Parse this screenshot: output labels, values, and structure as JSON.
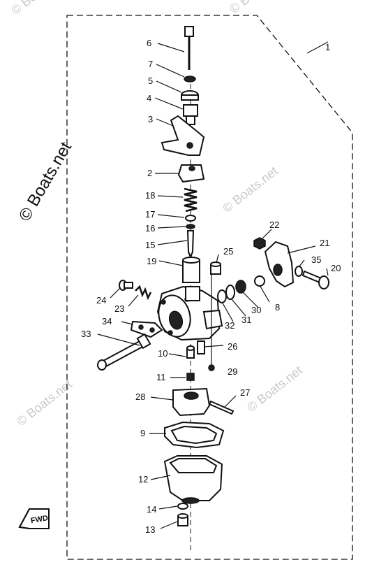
{
  "watermark": {
    "text": "© Boats.net"
  },
  "fwd_label": "FWD",
  "callouts": [
    {
      "id": "c1",
      "text": "1"
    },
    {
      "id": "c2",
      "text": "2"
    },
    {
      "id": "c3",
      "text": "3"
    },
    {
      "id": "c4",
      "text": "4"
    },
    {
      "id": "c5",
      "text": "5"
    },
    {
      "id": "c6",
      "text": "6"
    },
    {
      "id": "c7",
      "text": "7"
    },
    {
      "id": "c8",
      "text": "8"
    },
    {
      "id": "c9",
      "text": "9"
    },
    {
      "id": "c10",
      "text": "10"
    },
    {
      "id": "c11",
      "text": "11"
    },
    {
      "id": "c12",
      "text": "12"
    },
    {
      "id": "c13",
      "text": "13"
    },
    {
      "id": "c14",
      "text": "14"
    },
    {
      "id": "c15",
      "text": "15"
    },
    {
      "id": "c16",
      "text": "16"
    },
    {
      "id": "c17",
      "text": "17"
    },
    {
      "id": "c18",
      "text": "18"
    },
    {
      "id": "c19",
      "text": "19"
    },
    {
      "id": "c20",
      "text": "20"
    },
    {
      "id": "c21",
      "text": "21"
    },
    {
      "id": "c22",
      "text": "22"
    },
    {
      "id": "c23",
      "text": "23"
    },
    {
      "id": "c24",
      "text": "24"
    },
    {
      "id": "c25",
      "text": "25"
    },
    {
      "id": "c26",
      "text": "26"
    },
    {
      "id": "c27",
      "text": "27"
    },
    {
      "id": "c28",
      "text": "28"
    },
    {
      "id": "c29",
      "text": "29"
    },
    {
      "id": "c30",
      "text": "30"
    },
    {
      "id": "c31",
      "text": "31"
    },
    {
      "id": "c32",
      "text": "32"
    },
    {
      "id": "c33",
      "text": "33"
    },
    {
      "id": "c34",
      "text": "34"
    },
    {
      "id": "c35",
      "text": "35"
    }
  ]
}
